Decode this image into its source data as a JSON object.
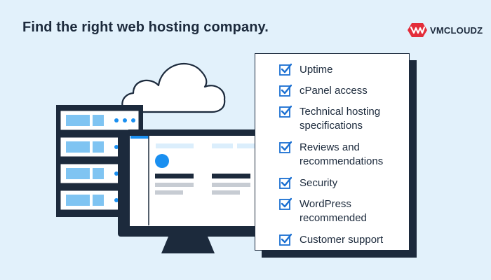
{
  "header": {
    "title": "Find the right web hosting company."
  },
  "brand": {
    "logo_text": "VMCLOUDZ",
    "logo_icon": "vm-wave-badge-icon",
    "accent_color": "#e32d3a"
  },
  "colors": {
    "background": "#e2f1fb",
    "dark": "#1c2a3c",
    "blue": "#1a8ff0",
    "light_blue": "#7fc4f2"
  },
  "checklist": {
    "items": [
      {
        "label": "Uptime",
        "checked": true
      },
      {
        "label": "cPanel access",
        "checked": true
      },
      {
        "label": "Technical hosting specifications",
        "checked": true
      },
      {
        "label": "Reviews and recommendations",
        "checked": true
      },
      {
        "label": "Security",
        "checked": true
      },
      {
        "label": "WordPress recommended",
        "checked": true
      },
      {
        "label": "Customer support",
        "checked": true
      }
    ]
  },
  "illustration": {
    "icons": [
      "cloud-icon",
      "server-rack-icon",
      "monitor-icon"
    ]
  }
}
